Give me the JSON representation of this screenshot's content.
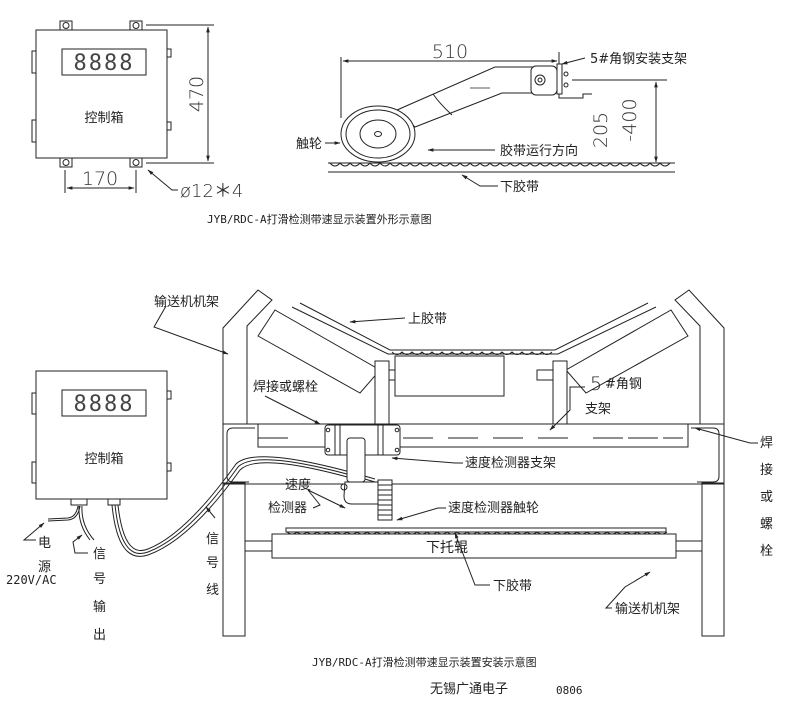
{
  "top_diagram": {
    "control_box": {
      "display_digits": "8888",
      "label": "控制箱",
      "dim_height": "470",
      "dim_width": "170",
      "hole_spec": "ø12＊4"
    },
    "sensor_arm": {
      "dim_length": "510",
      "dim_height_a": "205",
      "dim_height_b": "-400",
      "bracket_label": "5#角钢安装支架",
      "wheel_label": "触轮",
      "direction_label": "胶带运行方向",
      "lower_belt_label": "下胶带"
    },
    "caption": "JYB/RDC-A打滑检测带速显示装置外形示意图"
  },
  "bottom_diagram": {
    "control_box": {
      "display_digits": "8888",
      "label": "控制箱"
    },
    "labels": {
      "conveyor_frame_top": "输送机机架",
      "upper_belt": "上胶带",
      "weld_or_bolt_left": "焊接或螺栓",
      "angle_steel_num": "5",
      "angle_steel_rest": "#角钢",
      "angle_steel_bracket": "支架",
      "sensor_bracket": "速度检测器支架",
      "speed_sensor_line1": "速度",
      "speed_sensor_line2": "检测器",
      "sensor_wheel": "速度检测器触轮",
      "lower_roller": "下托辊",
      "lower_belt": "下胶带",
      "conveyor_frame_bottom": "输送机机架",
      "power_chars": [
        "电",
        "源"
      ],
      "power_spec": "220V/AC",
      "signal_out_chars": [
        "信",
        "号",
        "输",
        "出"
      ],
      "signal_line_chars": [
        "信",
        "号",
        "线"
      ],
      "weld_or_bolt_right_chars": [
        "焊",
        "接",
        "或",
        "螺",
        "栓"
      ]
    },
    "caption": "JYB/RDC-A打滑检测带速显示装置安装示意图",
    "company": "无锡广通电子",
    "code": "0806"
  }
}
